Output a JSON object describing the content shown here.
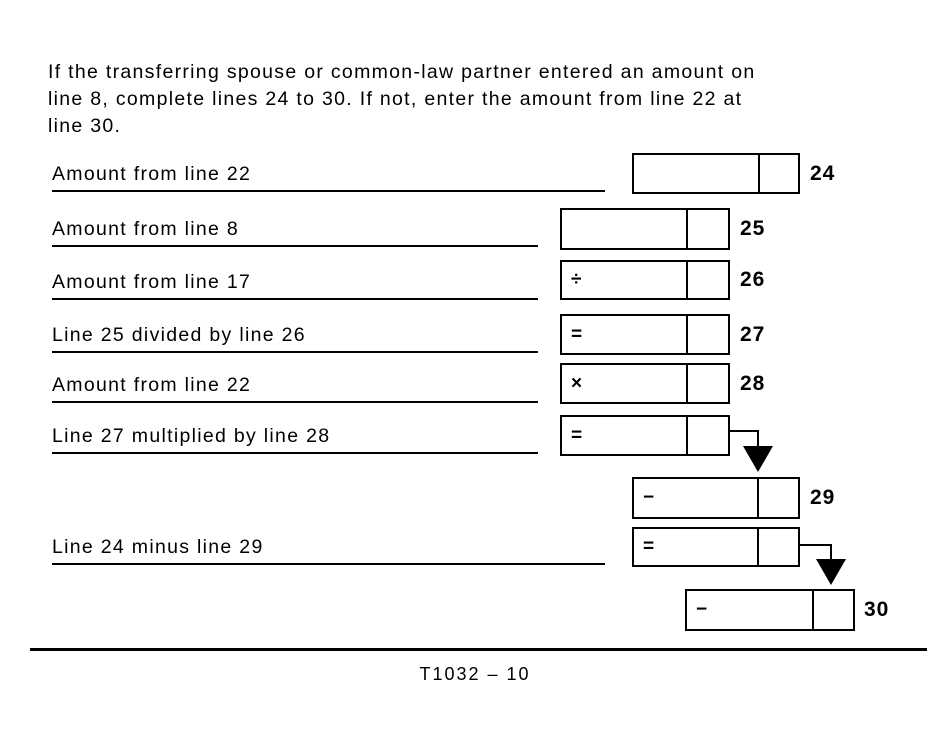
{
  "intro": {
    "text": "If the transferring spouse or common-law partner entered an amount on\nline 8, complete lines 24 to 30. If not, enter the amount from line 22 at\nline 30."
  },
  "rows": [
    {
      "label": "Amount from line 22",
      "operator": "",
      "line_number": "24"
    },
    {
      "label": "Amount from line 8",
      "operator": "",
      "line_number": "25"
    },
    {
      "label": "Amount from line 17",
      "operator": "÷",
      "line_number": "26"
    },
    {
      "label": "Line 25 divided by line 26",
      "operator": "=",
      "line_number": "27"
    },
    {
      "label": "Amount from line 22",
      "operator": "×",
      "line_number": "28"
    },
    {
      "label": "Line 27 multiplied by line 28",
      "operator": "=",
      "line_number": ""
    },
    {
      "label": "",
      "operator": "−",
      "line_number": "29"
    },
    {
      "label": "Line 24 minus line 29",
      "operator": "=",
      "line_number": ""
    },
    {
      "label": "",
      "operator": "−",
      "line_number": "30"
    }
  ],
  "footer": {
    "page_label": "T1032 – 10"
  }
}
